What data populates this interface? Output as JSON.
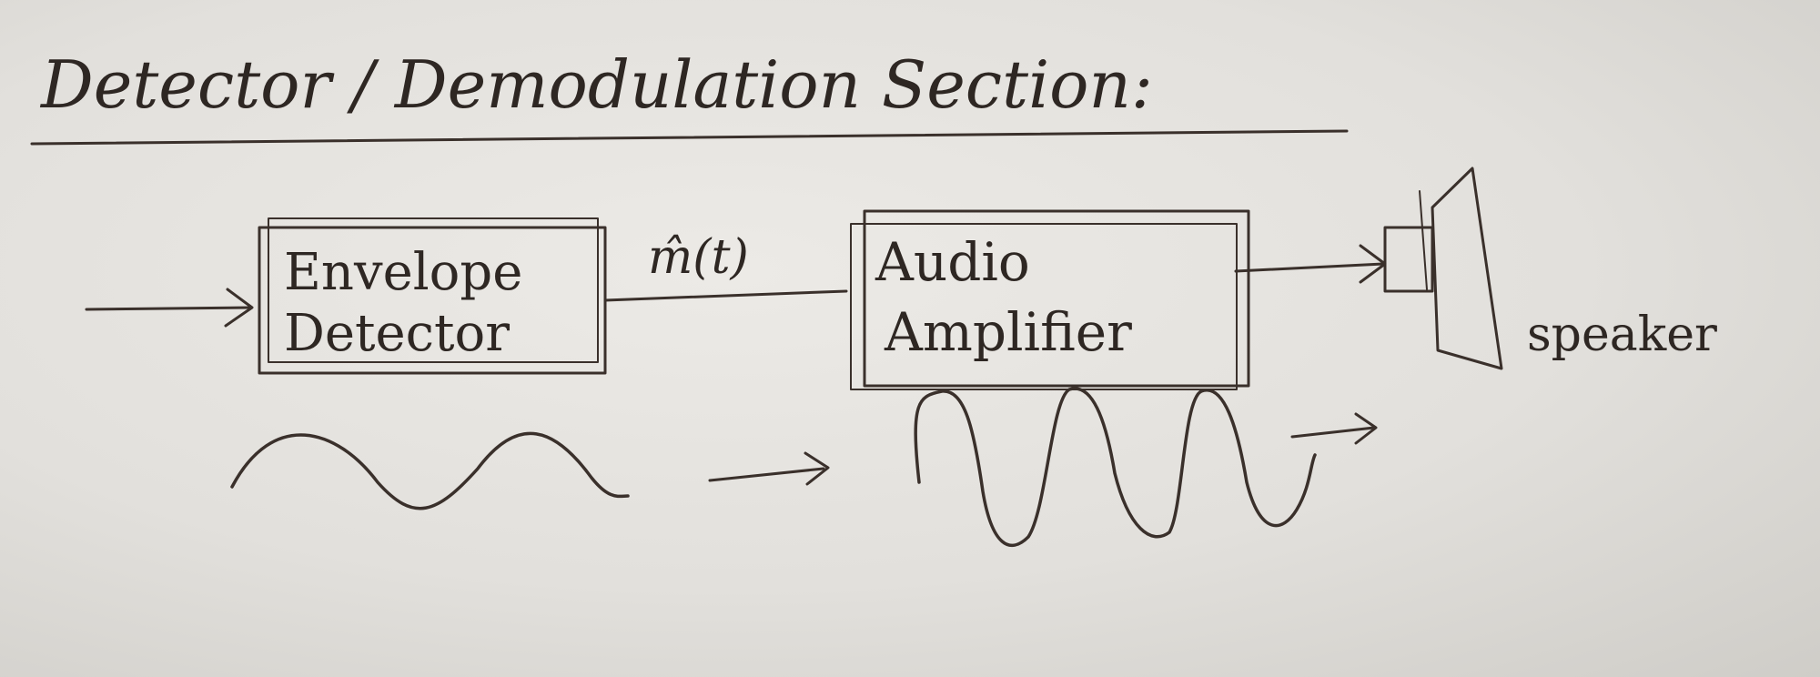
{
  "title": "Detector / Demodulation Section:",
  "blocks": {
    "envelope_detector": {
      "line1": "Envelope",
      "line2": "Detector"
    },
    "audio_amplifier": {
      "line1": "Audio",
      "line2": "Amplifier"
    }
  },
  "signal_label": "m̂(t)",
  "speaker_label": "speaker",
  "colors": {
    "ink": "#3a302b",
    "paper": "#e6e4e0"
  }
}
